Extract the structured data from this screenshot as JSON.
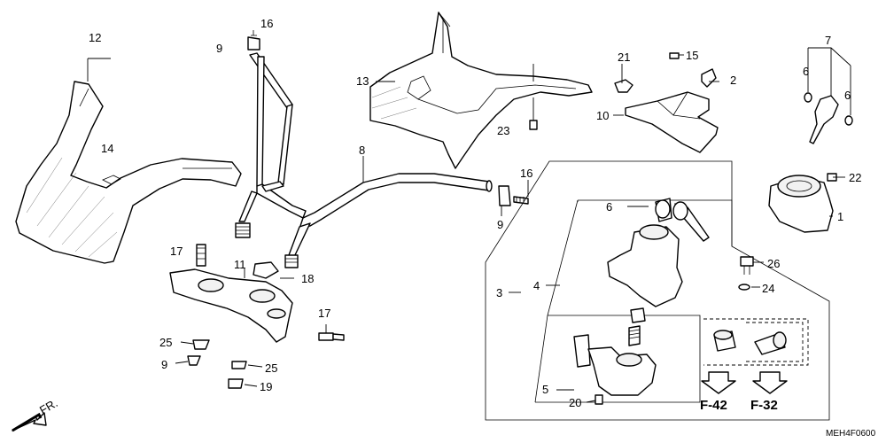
{
  "callouts": {
    "c1": "1",
    "c2": "2",
    "c3": "3",
    "c4": "4",
    "c5": "5",
    "c6a": "6",
    "c6b": "6",
    "c6c": "6",
    "c7": "7",
    "c8": "8",
    "c9a": "9",
    "c9b": "9",
    "c9c": "9",
    "c10": "10",
    "c11": "11",
    "c12": "12",
    "c13": "13",
    "c14": "14",
    "c15": "15",
    "c16a": "16",
    "c16b": "16",
    "c17a": "17",
    "c17b": "17",
    "c18": "18",
    "c19": "19",
    "c20": "20",
    "c21": "21",
    "c22": "22",
    "c23": "23",
    "c24": "24",
    "c25a": "25",
    "c25b": "25",
    "c26": "26"
  },
  "references": {
    "f42": "F-42",
    "f32": "F-32"
  },
  "front_marker": "FR.",
  "diagram_code": "MEH4F0600"
}
